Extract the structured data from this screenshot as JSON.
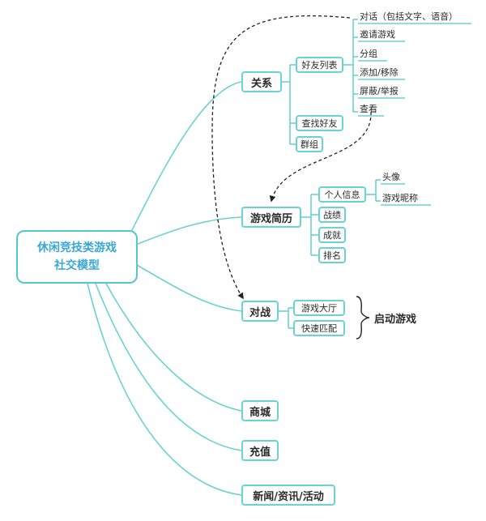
{
  "root": {
    "line1": "休闲竞技类游戏",
    "line2": "社交模型"
  },
  "branches": {
    "relation": "关系",
    "profile": "游戏简历",
    "battle": "对战",
    "shop": "商城",
    "recharge": "充值",
    "news": "新闻/资讯/活动"
  },
  "relation": {
    "friends": "好友列表",
    "find_friends": "查找好友",
    "group": "群组",
    "friend_actions": [
      "对话（包括文字、语音）",
      "邀请游戏",
      "分组",
      "添加/移除",
      "屏蔽/举报",
      "查看"
    ]
  },
  "profile": {
    "personal_info": "个人信息",
    "record": "战绩",
    "achievement": "成就",
    "ranking": "排名",
    "info_items": [
      "头像",
      "游戏昵称"
    ]
  },
  "battle": {
    "lobby": "游戏大厅",
    "quick_match": "快速匹配",
    "start_label": "启动游戏"
  },
  "colors": {
    "line": "#6ad2d2",
    "root_text": "#3aa7d6",
    "dashed": "#222222"
  }
}
